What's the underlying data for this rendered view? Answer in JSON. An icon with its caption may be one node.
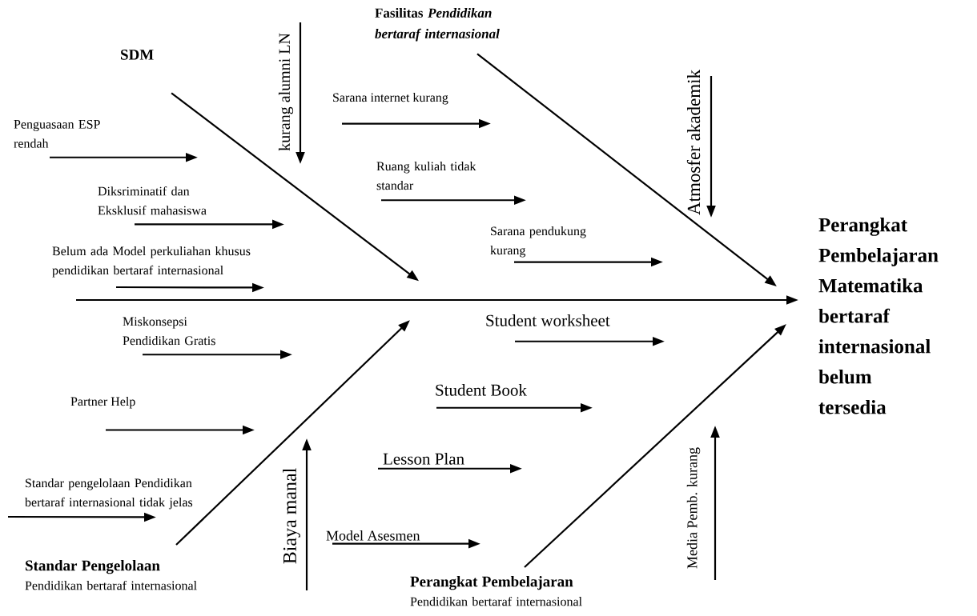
{
  "diagram": {
    "nodes": [
      {
        "text": [
          "SDM"
        ]
      },
      {
        "text": [
          "Penguasaan ESP rendah"
        ]
      },
      {
        "text": [
          "Diksriminatif dan Eksklusif  mahasiswa"
        ]
      },
      {
        "text": [
          "Belum ada Model perkuliahan khusus pendidikan bertaraf internasional"
        ]
      },
      {
        "text": [
          "kurang alumni LN"
        ]
      },
      {
        "text": [
          "Fasilitas *Pendidikan bertaraf internasional*"
        ]
      },
      {
        "text": [
          "Sarana internet kurang"
        ]
      },
      {
        "text": [
          "Ruang kuliah tidak standar"
        ]
      },
      {
        "text": [
          "Sarana pendukung kurang"
        ]
      },
      {
        "text": [
          "Atmosfer akademik"
        ]
      },
      {
        "text": [
          "Perangkat Pembelajaran Matematika bertaraf internasional belum tersedia"
        ]
      },
      {
        "text": [
          "Miskonsepsi Pendidikan Gratis"
        ]
      },
      {
        "text": [
          "Partner Help"
        ]
      },
      {
        "text": [
          "Standar pengelolaan Pendidikan bertaraf internasional tidak jelas"
        ]
      },
      {
        "text": [
          "Standar Pengelolaan",
          "Pendidikan bertaraf internasional"
        ]
      },
      {
        "text": [
          "Biaya manal"
        ]
      },
      {
        "text": [
          "Student worksheet"
        ]
      },
      {
        "text": [
          "Student Book"
        ]
      },
      {
        "text": [
          "Lesson Plan"
        ]
      },
      {
        "text": [
          "Model Asesmen"
        ]
      },
      {
        "text": [
          "Perangkat Pembelajaran",
          "Pendidikan bertaraf internasional"
        ]
      },
      {
        "text": [
          "Media Pemb. kurang"
        ]
      }
    ],
    "edges": [
      {
        "from": null,
        "to": 10,
        "arrow": "to"
      },
      {
        "from": 0,
        "to": null,
        "arrow": "to"
      },
      {
        "from": 1,
        "to": null,
        "arrow": "to"
      },
      {
        "from": 2,
        "to": null,
        "arrow": "to"
      },
      {
        "from": null,
        "to": 3,
        "arrow": "to"
      },
      {
        "from": null,
        "to": 4,
        "arrow": "to"
      },
      {
        "from": 5,
        "to": 10,
        "arrow": "to"
      },
      {
        "from": 6,
        "to": null,
        "arrow": "to"
      },
      {
        "from": 7,
        "to": null,
        "arrow": "to"
      },
      {
        "from": 8,
        "to": null,
        "arrow": "to"
      },
      {
        "from": null,
        "to": 9,
        "arrow": "to"
      },
      {
        "from": 11,
        "to": null,
        "arrow": "to"
      },
      {
        "from": 12,
        "to": null,
        "arrow": "to"
      },
      {
        "from": null,
        "to": 13,
        "arrow": "to"
      },
      {
        "from": 14,
        "to": null,
        "arrow": "to"
      },
      {
        "from": null,
        "to": 15,
        "arrow": "to"
      },
      {
        "from": 16,
        "to": null,
        "arrow": "to"
      },
      {
        "from": 17,
        "to": null,
        "arrow": "to"
      },
      {
        "from": 18,
        "to": null,
        "arrow": "to"
      },
      {
        "from": 19,
        "to": null,
        "arrow": "to"
      },
      {
        "from": 20,
        "to": 10,
        "arrow": "to"
      },
      {
        "from": null,
        "to": 21,
        "arrow": "to"
      }
    ]
  }
}
